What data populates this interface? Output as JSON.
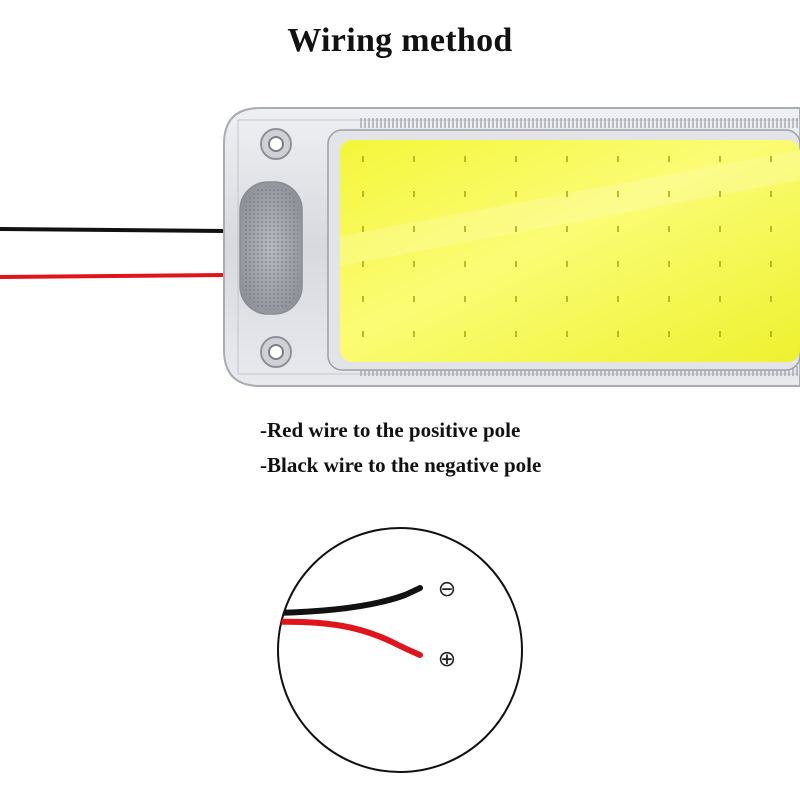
{
  "title": "Wiring method",
  "notes": {
    "red": "-Red wire to the positive pole",
    "black": "-Black wire to the negative pole"
  },
  "symbols": {
    "negative": "⊖",
    "positive": "⊕"
  },
  "colors": {
    "panel": "#f2f534",
    "red_wire": "#e0141a",
    "black_wire": "#111111",
    "housing": "#dcdde1"
  },
  "icons": [
    "cob-led-panel",
    "red-wire",
    "black-wire",
    "wiring-detail-circle"
  ]
}
